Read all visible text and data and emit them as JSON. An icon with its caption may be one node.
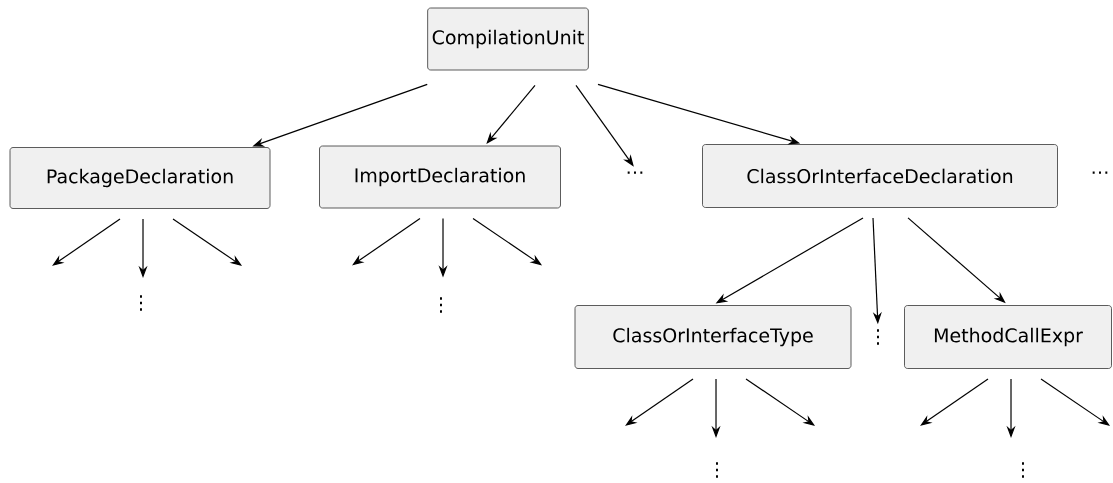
{
  "diagram": {
    "nodes": [
      {
        "text": [
          "CompilationUnit"
        ]
      },
      {
        "text": [
          "PackageDeclaration"
        ]
      },
      {
        "text": [
          "ImportDeclaration"
        ]
      },
      {
        "text": [
          "⋯"
        ]
      },
      {
        "text": [
          "ClassOrInterfaceDeclaration"
        ]
      },
      {
        "text": [
          "ClassOrInterfaceType"
        ]
      },
      {
        "text": [
          "MethodCallExpr"
        ]
      },
      {
        "text": [
          "⋮"
        ]
      }
    ],
    "edges": [
      {
        "from": 0,
        "to": 1,
        "arrow": "to"
      },
      {
        "from": 0,
        "to": 2,
        "arrow": "to"
      },
      {
        "from": 0,
        "to": 3,
        "arrow": "to"
      },
      {
        "from": 0,
        "to": 4,
        "arrow": "to"
      },
      {
        "from": 4,
        "to": 5,
        "arrow": "to"
      },
      {
        "from": 4,
        "to": 7,
        "arrow": "to"
      },
      {
        "from": 4,
        "to": 6,
        "arrow": "to"
      },
      {
        "from": 1,
        "to": null,
        "arrow": "to"
      },
      {
        "from": 1,
        "to": null,
        "arrow": "to"
      },
      {
        "from": 1,
        "to": null,
        "arrow": "to"
      },
      {
        "from": 2,
        "to": null,
        "arrow": "to"
      },
      {
        "from": 2,
        "to": null,
        "arrow": "to"
      },
      {
        "from": 2,
        "to": null,
        "arrow": "to"
      },
      {
        "from": 5,
        "to": null,
        "arrow": "to"
      },
      {
        "from": 5,
        "to": null,
        "arrow": "to"
      },
      {
        "from": 5,
        "to": null,
        "arrow": "to"
      },
      {
        "from": 6,
        "to": null,
        "arrow": "to"
      },
      {
        "from": 6,
        "to": null,
        "arrow": "to"
      },
      {
        "from": 6,
        "to": null,
        "arrow": "to"
      }
    ],
    "labels": [
      "⋯",
      "⋮",
      "⋮",
      "⋮",
      "⋮"
    ]
  }
}
